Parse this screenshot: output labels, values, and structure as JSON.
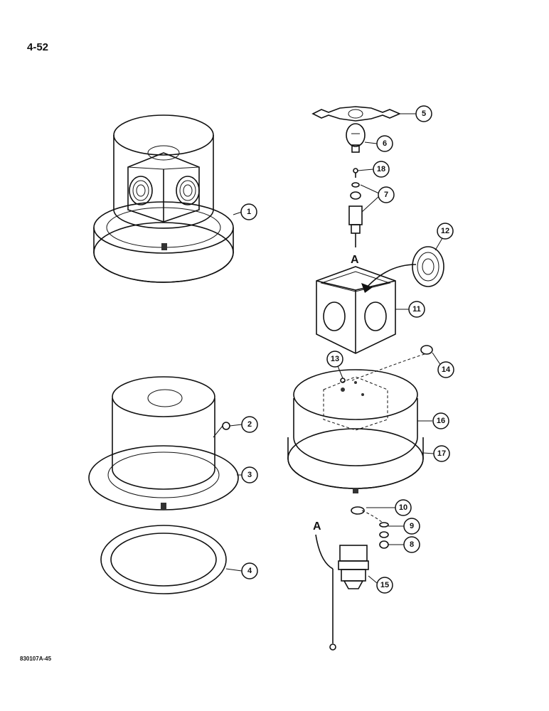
{
  "page_number": "4-52",
  "figure_code": "830107A-45",
  "connection_letter": "A",
  "callouts": [
    "1",
    "2",
    "3",
    "4",
    "5",
    "6",
    "7",
    "8",
    "9",
    "10",
    "11",
    "12",
    "13",
    "14",
    "15",
    "16",
    "17",
    "18"
  ]
}
